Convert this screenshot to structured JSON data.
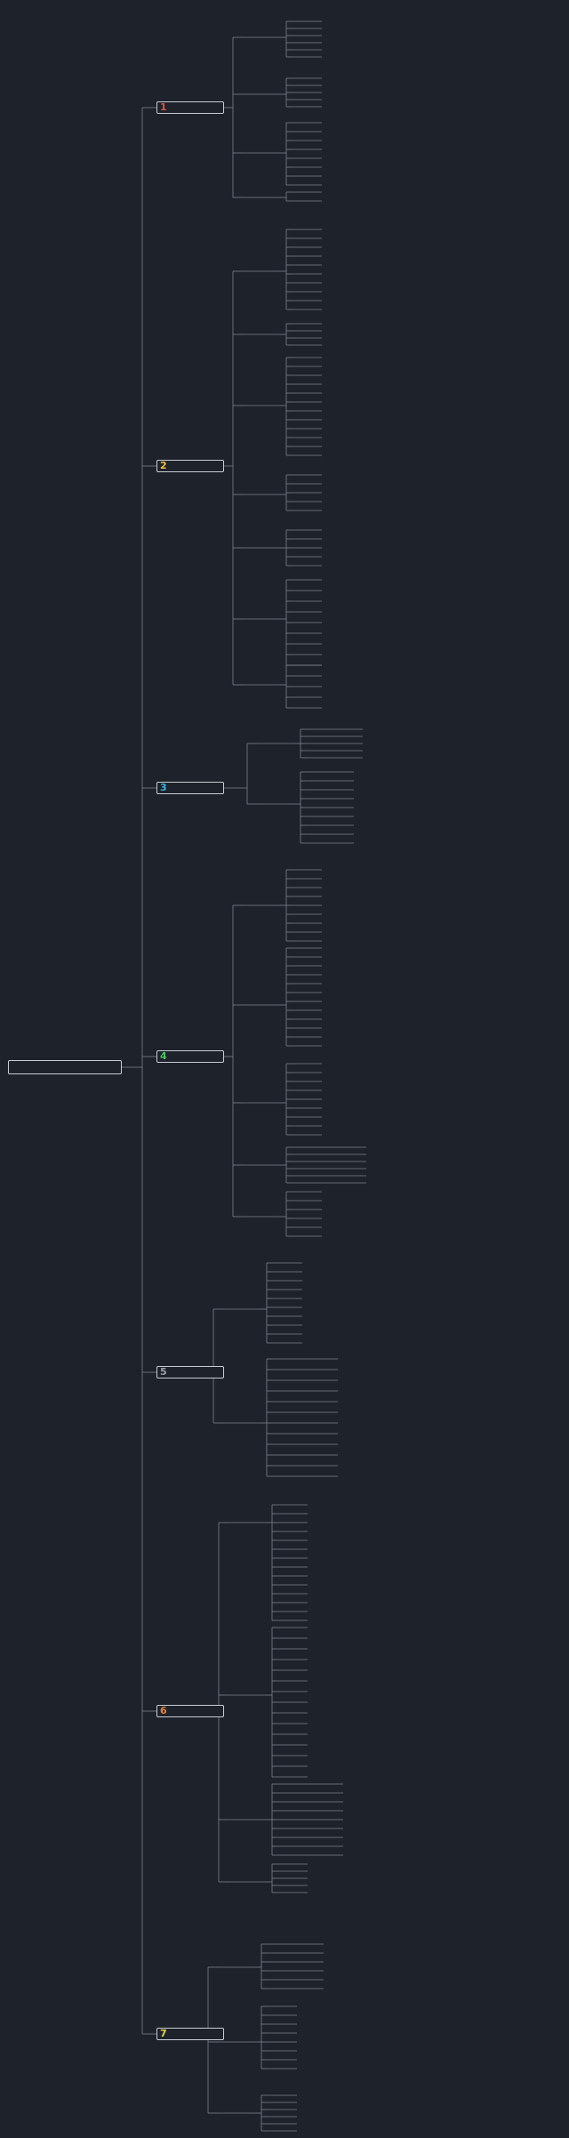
{
  "root": {
    "label": ""
  },
  "branches": [
    {
      "num": "1",
      "color": "#d9534f",
      "label": ""
    },
    {
      "num": "2",
      "color": "#f0c040",
      "label": ""
    },
    {
      "num": "3",
      "color": "#37b7e0",
      "label": ""
    },
    {
      "num": "4",
      "color": "#4cc45a",
      "label": ""
    },
    {
      "num": "5",
      "color": "#9aa0aa",
      "label": ""
    },
    {
      "num": "6",
      "color": "#e8873a",
      "label": ""
    },
    {
      "num": "7",
      "color": "#e8d44a",
      "label": ""
    }
  ],
  "colors": {
    "background": "#1e222a",
    "connector": "#7d838e",
    "node_border": "#c9ccd3"
  }
}
